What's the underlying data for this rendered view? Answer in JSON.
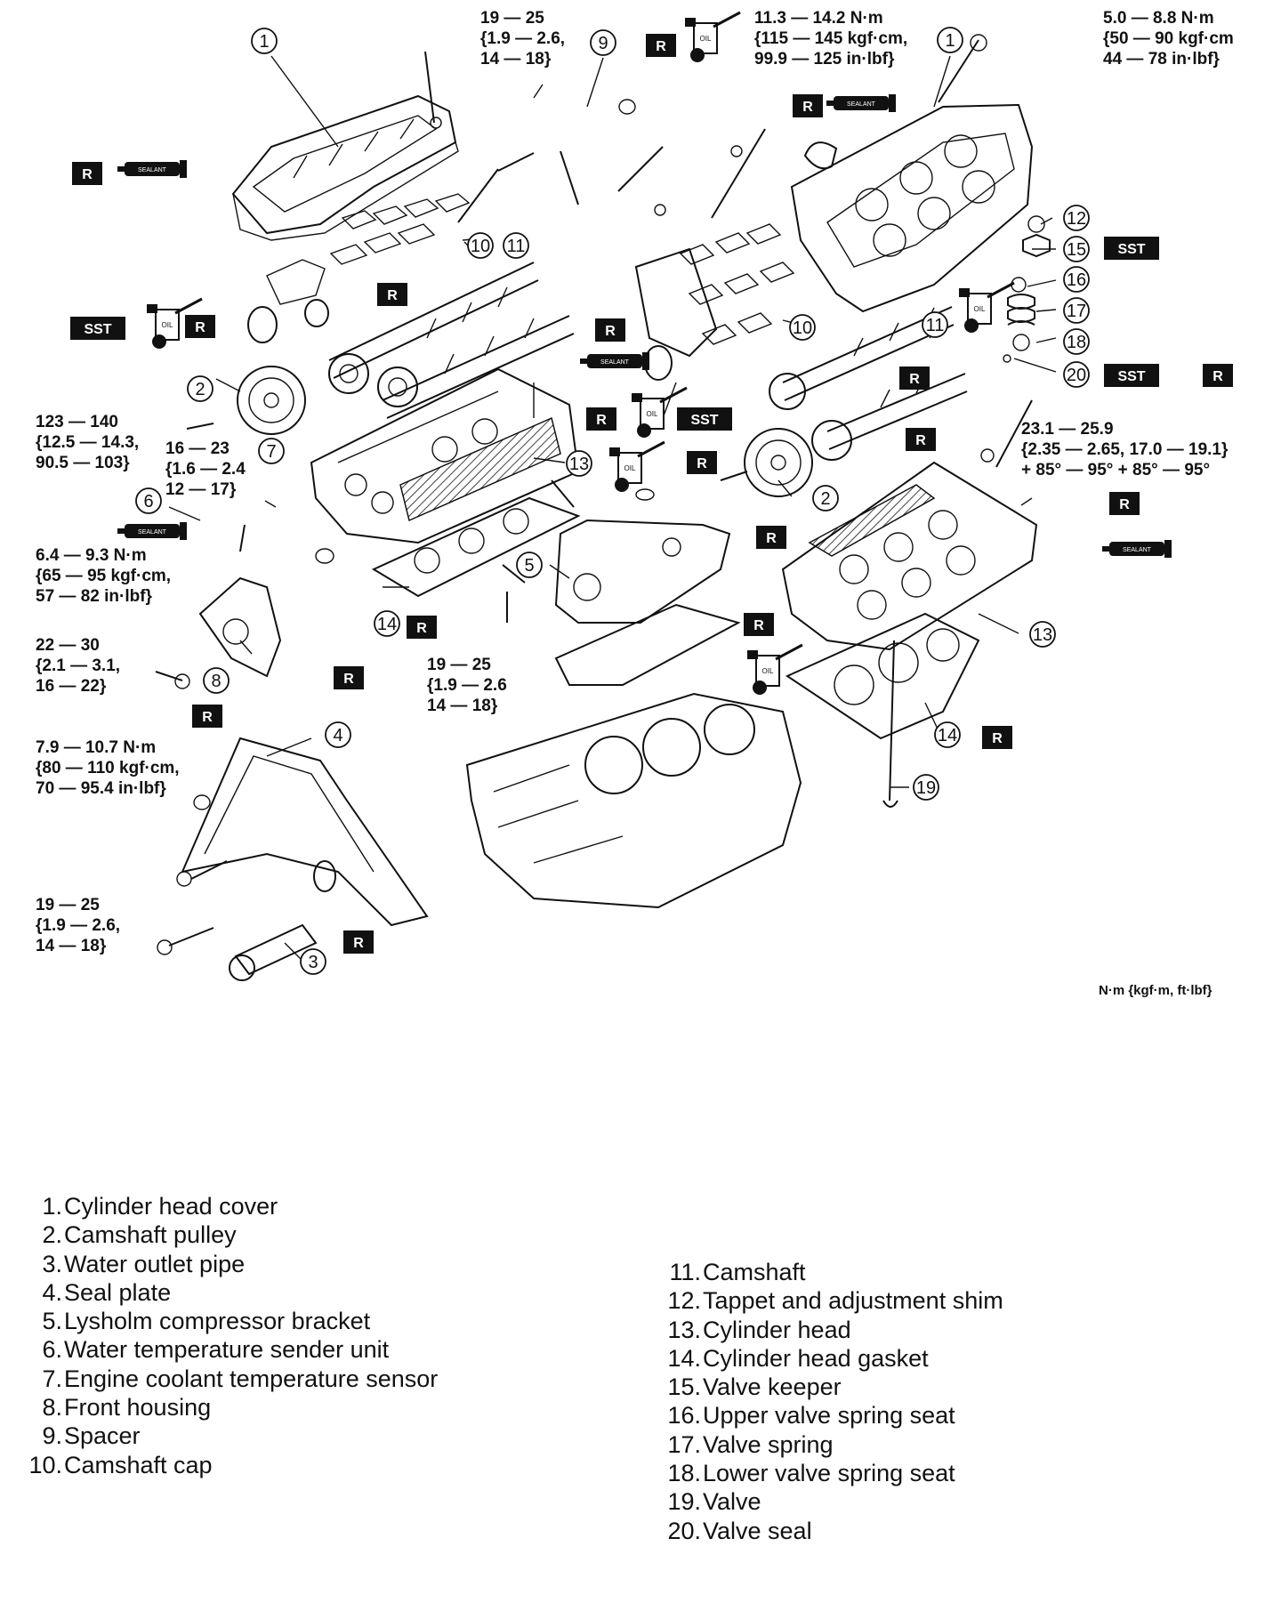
{
  "torque_specs": [
    {
      "id": "t1",
      "lines": [
        "19 — 25",
        "{1.9 — 2.6,",
        "14 — 18}"
      ]
    },
    {
      "id": "t2",
      "lines": [
        "11.3 — 14.2 N·m",
        "{115 — 145 kgf·cm,",
        "99.9 — 125 in·lbf}"
      ]
    },
    {
      "id": "t3",
      "lines": [
        "5.0 — 8.8 N·m",
        "{50 — 90 kgf·cm",
        "44 — 78 in·lbf}"
      ]
    },
    {
      "id": "t4",
      "lines": [
        "123 — 140",
        "{12.5 — 14.3,",
        "90.5 — 103}"
      ]
    },
    {
      "id": "t5",
      "lines": [
        "16 — 23",
        "{1.6 — 2.4",
        "12 — 17}"
      ]
    },
    {
      "id": "t6",
      "lines": [
        "23.1 — 25.9",
        "{2.35 — 2.65, 17.0 — 19.1}",
        "+ 85° — 95° + 85° — 95°"
      ]
    },
    {
      "id": "t7",
      "lines": [
        "6.4 — 9.3 N·m",
        "{65 — 95 kgf·cm,",
        "57 — 82 in·lbf}"
      ]
    },
    {
      "id": "t8",
      "lines": [
        "22 — 30",
        "{2.1 — 3.1,",
        "16 — 22}"
      ]
    },
    {
      "id": "t9",
      "lines": [
        "19 — 25",
        "{1.9 — 2.6",
        "14 — 18}"
      ]
    },
    {
      "id": "t10",
      "lines": [
        "7.9 — 10.7 N·m",
        "{80 — 110 kgf·cm,",
        "70 — 95.4 in·lbf}"
      ]
    },
    {
      "id": "t11",
      "lines": [
        "19 — 25",
        "{1.9 — 2.6,",
        "14 — 18}"
      ]
    }
  ],
  "tags": {
    "replace": "R",
    "special_tool": "SST",
    "sealant": "SEALANT",
    "oil": "OIL"
  },
  "units_note": "N·m {kgf·m, ft·lbf}",
  "callout_numbers": [
    "1",
    "2",
    "3",
    "4",
    "5",
    "6",
    "7",
    "8",
    "9",
    "10",
    "11",
    "12",
    "13",
    "14",
    "15",
    "16",
    "17",
    "18",
    "19",
    "20"
  ],
  "legend_left": [
    {
      "num": "1.",
      "label": "Cylinder head cover"
    },
    {
      "num": "2.",
      "label": "Camshaft pulley"
    },
    {
      "num": "3.",
      "label": "Water outlet pipe"
    },
    {
      "num": "4.",
      "label": "Seal plate"
    },
    {
      "num": "5.",
      "label": " Lysholm compressor bracket"
    },
    {
      "num": "6.",
      "label": "Water temperature sender unit"
    },
    {
      "num": "7.",
      "label": "Engine coolant temperature sensor"
    },
    {
      "num": "8.",
      "label": "Front housing"
    },
    {
      "num": "9.",
      "label": "Spacer"
    },
    {
      "num": "10.",
      "label": "Camshaft cap"
    }
  ],
  "legend_right": [
    {
      "num": "11.",
      "label": "Camshaft"
    },
    {
      "num": "12.",
      "label": "Tappet and adjustment shim"
    },
    {
      "num": "13.",
      "label": "Cylinder head"
    },
    {
      "num": "14.",
      "label": "Cylinder head gasket"
    },
    {
      "num": "15.",
      "label": "Valve keeper"
    },
    {
      "num": "16.",
      "label": "Upper valve spring seat"
    },
    {
      "num": "17.",
      "label": "Valve spring"
    },
    {
      "num": "18.",
      "label": "Lower valve spring seat"
    },
    {
      "num": "19.",
      "label": "Valve"
    },
    {
      "num": "20.",
      "label": "Valve seal"
    }
  ]
}
